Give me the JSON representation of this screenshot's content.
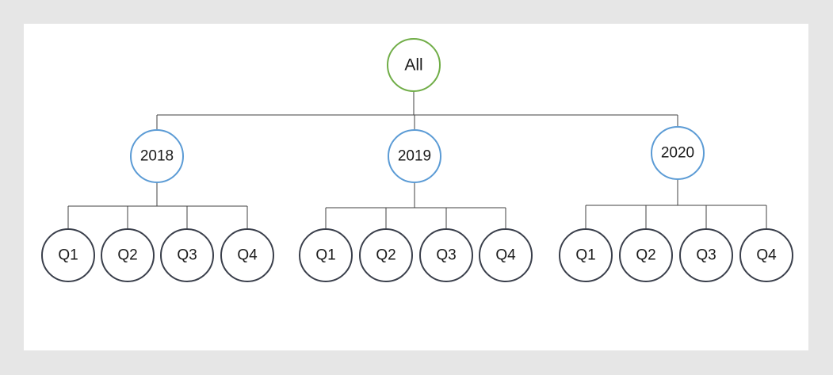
{
  "tree": {
    "root": {
      "label": "All",
      "children": [
        {
          "label": "2018",
          "children": [
            "Q1",
            "Q2",
            "Q3",
            "Q4"
          ]
        },
        {
          "label": "2019",
          "children": [
            "Q1",
            "Q2",
            "Q3",
            "Q4"
          ]
        },
        {
          "label": "2020",
          "children": [
            "Q1",
            "Q2",
            "Q3",
            "Q4"
          ]
        }
      ]
    }
  },
  "colors": {
    "root_stroke": "#70ad47",
    "year_stroke": "#5b9bd5",
    "quarter_stroke": "#3a3f4b"
  }
}
